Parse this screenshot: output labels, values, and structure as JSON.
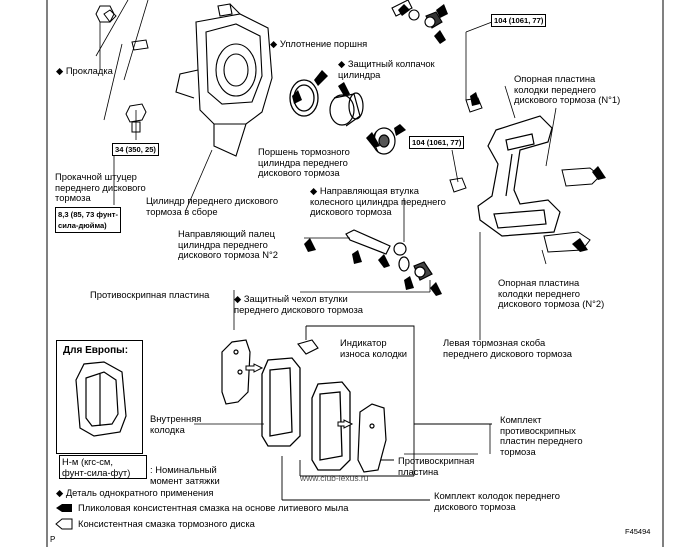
{
  "labels": {
    "gasket": "◆ Прокладка",
    "bleeder": "Прокачной штуцер\nпереднего дискового\nтормоза",
    "piston_seal": "◆ Уплотнение поршня",
    "dust_cap": "◆ Защитный колпачок\nцилиндра",
    "piston": "Поршень тормозного\nцилиндра переднего\nдискового тормоза",
    "cylinder_assy": "Цилиндр переднего дискового\nтормоза в сборе",
    "guide_bush": "◆ Направляющая втулка\nколесного цилиндра переднего\nдискового тормоза",
    "guide_pin": "Направляющий палец\nцилиндра переднего\nдискового тормоза N°2",
    "anti_squeal_shim": "Противоскрипная пластина",
    "bush_dust_boot": "◆ Защитный чехол втулки\nпереднего дискового тормоза",
    "wear_indicator": "Индикатор\nизноса колодки",
    "inner_pad": "Внутренняя\nколодка",
    "torque_note": ": Номинальный\nмомент затяжки",
    "one_time": "◆ Деталь однократного применения",
    "lithium_grease": "Пликоловая консистентная смазка на основе литиевого мыла",
    "disc_grease": "Консистентная смазка тормозного диска",
    "support_plate_1": "Опорная пластина\nколодки переднего\nдискового тормоза (N°1)",
    "support_plate_2": "Опорная пластина\nколодки переднего\nдискового тормоза (N°2)",
    "caliper_bracket": "Левая тормозная скоба\nпереднего дискового тормоза",
    "shim_kit": "Комплект\nпротивоскрипных\nпластин переднего\nтормоза",
    "shim": "Противоскрипная\nпластина",
    "pad_kit": "Комплект колодок переднего\nдискового тормоза",
    "for_europe": "Для Европы:",
    "watermark": "www.club-lexus.ru",
    "figure_code": "F45494",
    "page_mark": "P"
  },
  "torque": {
    "t1": "104 (1061, 77)",
    "t2": "34 (350, 25)",
    "t3": "104 (1061, 77)",
    "t4": "8,3 (85, 73 фунт-\nсила-дюйма)"
  },
  "legend": {
    "units": "Н-м (кгс-см,\nфунт-сила-фут)"
  }
}
